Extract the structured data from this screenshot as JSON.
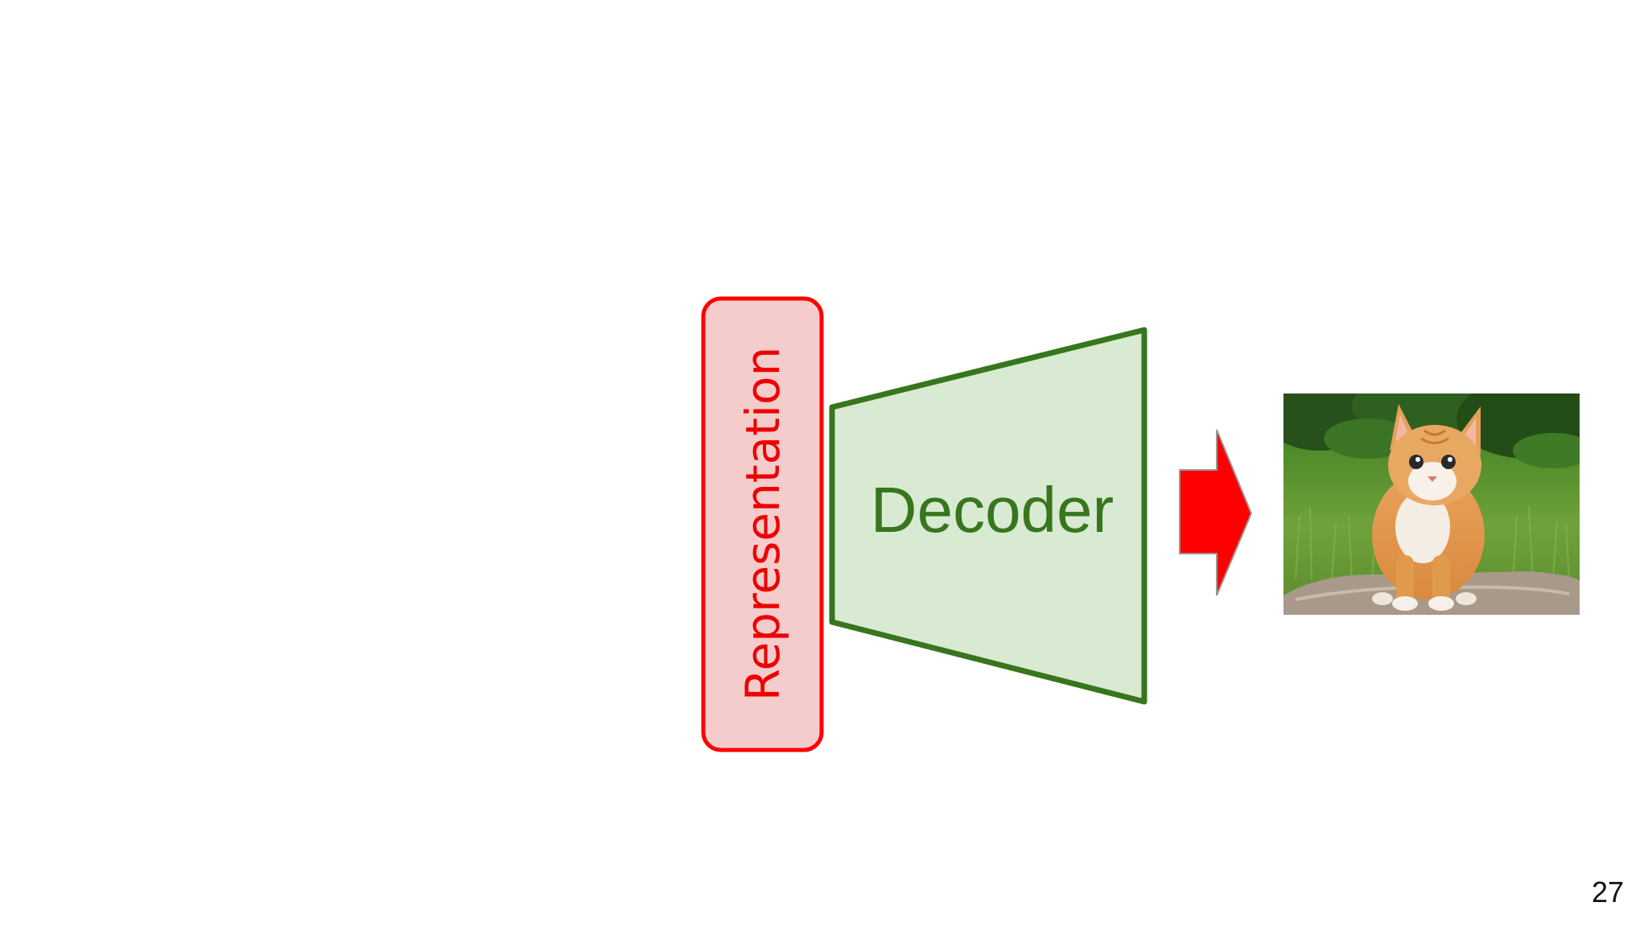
{
  "representation": {
    "label": "Representation",
    "fill": "#f4cccc",
    "stroke": "#ff0000",
    "text_color": "#ee0000"
  },
  "decoder": {
    "label": "Decoder",
    "fill": "#d9ead3",
    "stroke": "#38761d",
    "text_color": "#38761d"
  },
  "arrow": {
    "fill": "#ff0000",
    "stroke": "#999999"
  },
  "output_image": {
    "subject": "orange-tabby-kitten-photo"
  },
  "slide": {
    "number": "27"
  }
}
